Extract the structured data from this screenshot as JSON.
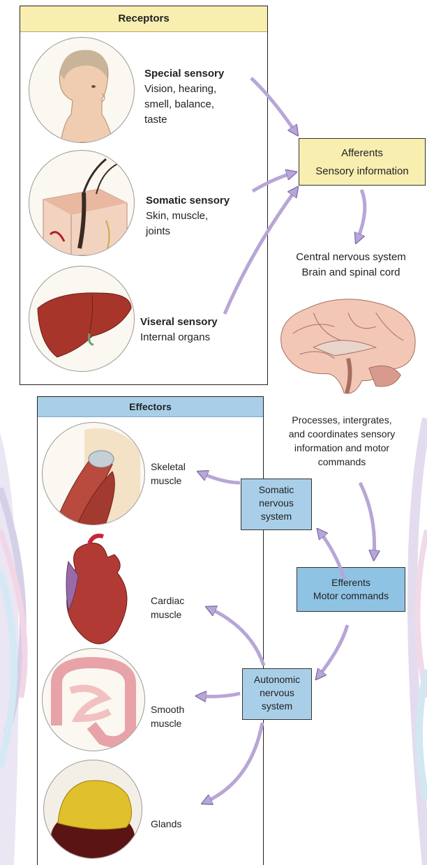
{
  "receptors": {
    "header": "Receptors",
    "special": {
      "title": "Special sensory",
      "lines": [
        "Vision, hearing,",
        "smell, balance,",
        "taste"
      ]
    },
    "somatic": {
      "title": "Somatic sensory",
      "lines": [
        "Skin, muscle,",
        "joints"
      ]
    },
    "visceral": {
      "title": "Viseral sensory",
      "lines": [
        "Internal organs"
      ]
    }
  },
  "afferents": {
    "line1": "Afferents",
    "line2": "Sensory information"
  },
  "cns": {
    "line1": "Central nervous system",
    "line2": "Brain and spinal cord"
  },
  "processes": {
    "lines": [
      "Processes, intergrates,",
      "and coordinates sensory",
      "information and motor",
      "commands"
    ]
  },
  "effectors": {
    "header": "Effectors",
    "skeletal": [
      "Skeletal",
      "muscle"
    ],
    "cardiac": [
      "Cardiac",
      "muscle"
    ],
    "smooth": [
      "Smooth",
      "muscle"
    ],
    "glands": [
      "Glands"
    ]
  },
  "somatic_ns": [
    "Somatic",
    "nervous",
    "system"
  ],
  "efferents": {
    "line1": "Efferents",
    "line2": "Motor commands"
  },
  "autonomic_ns": [
    "Autonomic",
    "nervous",
    "system"
  ],
  "colors": {
    "receptor_header": "#f8eeb0",
    "effector_header": "#a9cfe8",
    "afferent_box": "#f8eeb0",
    "effector_box": "#a9cfe8",
    "efferent_box": "#8fc3e4",
    "arrow": "#b7a6d6"
  }
}
